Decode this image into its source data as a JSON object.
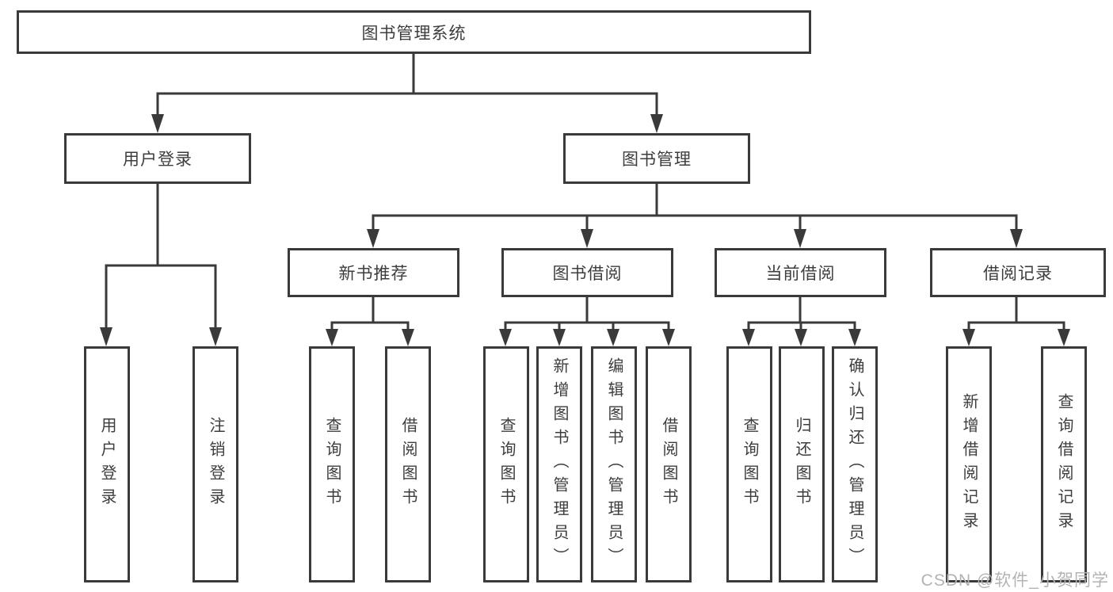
{
  "diagram": {
    "title": "图书管理系统",
    "root": {
      "label": "图书管理系统"
    },
    "user_login": {
      "label": "用户登录",
      "children": {
        "login": {
          "label": "用户登录"
        },
        "logout": {
          "label": "注销登录"
        }
      }
    },
    "book_mgmt": {
      "label": "图书管理",
      "children": {
        "new_book_rec": {
          "label": "新书推荐",
          "children": {
            "query_books": {
              "label": "查询图书"
            },
            "borrow_books": {
              "label": "借阅图书"
            }
          }
        },
        "book_borrow": {
          "label": "图书借阅",
          "children": {
            "query_books": {
              "label": "查询图书"
            },
            "add_books": {
              "label": "新增图书（管理员）"
            },
            "edit_books": {
              "label": "编辑图书（管理员）"
            },
            "borrow_books": {
              "label": "借阅图书"
            }
          }
        },
        "current_borrow": {
          "label": "当前借阅",
          "children": {
            "query_books": {
              "label": "查询图书"
            },
            "return_books": {
              "label": "归还图书"
            },
            "confirm_return": {
              "label": "确认归还（管理员）"
            }
          }
        },
        "borrow_records": {
          "label": "借阅记录",
          "children": {
            "add_record": {
              "label": "新增借阅记录"
            },
            "query_record": {
              "label": "查询借阅记录"
            }
          }
        }
      }
    }
  },
  "colors": {
    "box_border": "#3a3a3a",
    "box_text": "#3d3d3d",
    "watermark": "#b3b3b3"
  },
  "watermark": {
    "text": "CSDN @软件_小贺同学"
  }
}
